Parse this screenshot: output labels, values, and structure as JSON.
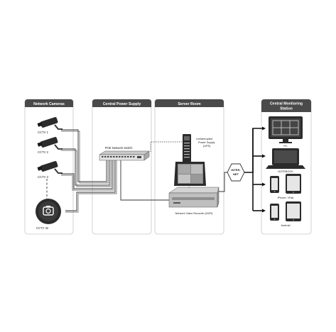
{
  "columns": {
    "cameras": "Network Cameras",
    "power": "Central Power Supply",
    "server": "Server Room",
    "monitoring_line1": "Central Monitoring",
    "monitoring_line2": "Station"
  },
  "cameras": [
    "CCTV 1",
    "CCTV 2",
    "CCTV 3",
    "CCTV 32"
  ],
  "poe_switch": "POE Network Switch",
  "ups_lines": [
    "Uninterrupted",
    "Power Supply",
    "(UPS)"
  ],
  "nvr": "Network Video Recorder (NVR)",
  "internet_lines": [
    "INTER-",
    "NET"
  ],
  "devices": {
    "pc": "PC",
    "notebook": "NOTEBOOK",
    "iphone": "iPhone / iPad",
    "android": "Android"
  },
  "colors": {
    "header": "#4a4a4a",
    "panel_border": "#c8c8c8",
    "device": "#2b2b2b",
    "wire": "#333333"
  },
  "icons": [
    "camera-icon",
    "dome-camera-icon",
    "switch-icon",
    "ups-icon",
    "nvr-icon",
    "pc-monitor-icon",
    "laptop-icon",
    "smartphone-icon",
    "tablet-icon",
    "globe-icon"
  ]
}
